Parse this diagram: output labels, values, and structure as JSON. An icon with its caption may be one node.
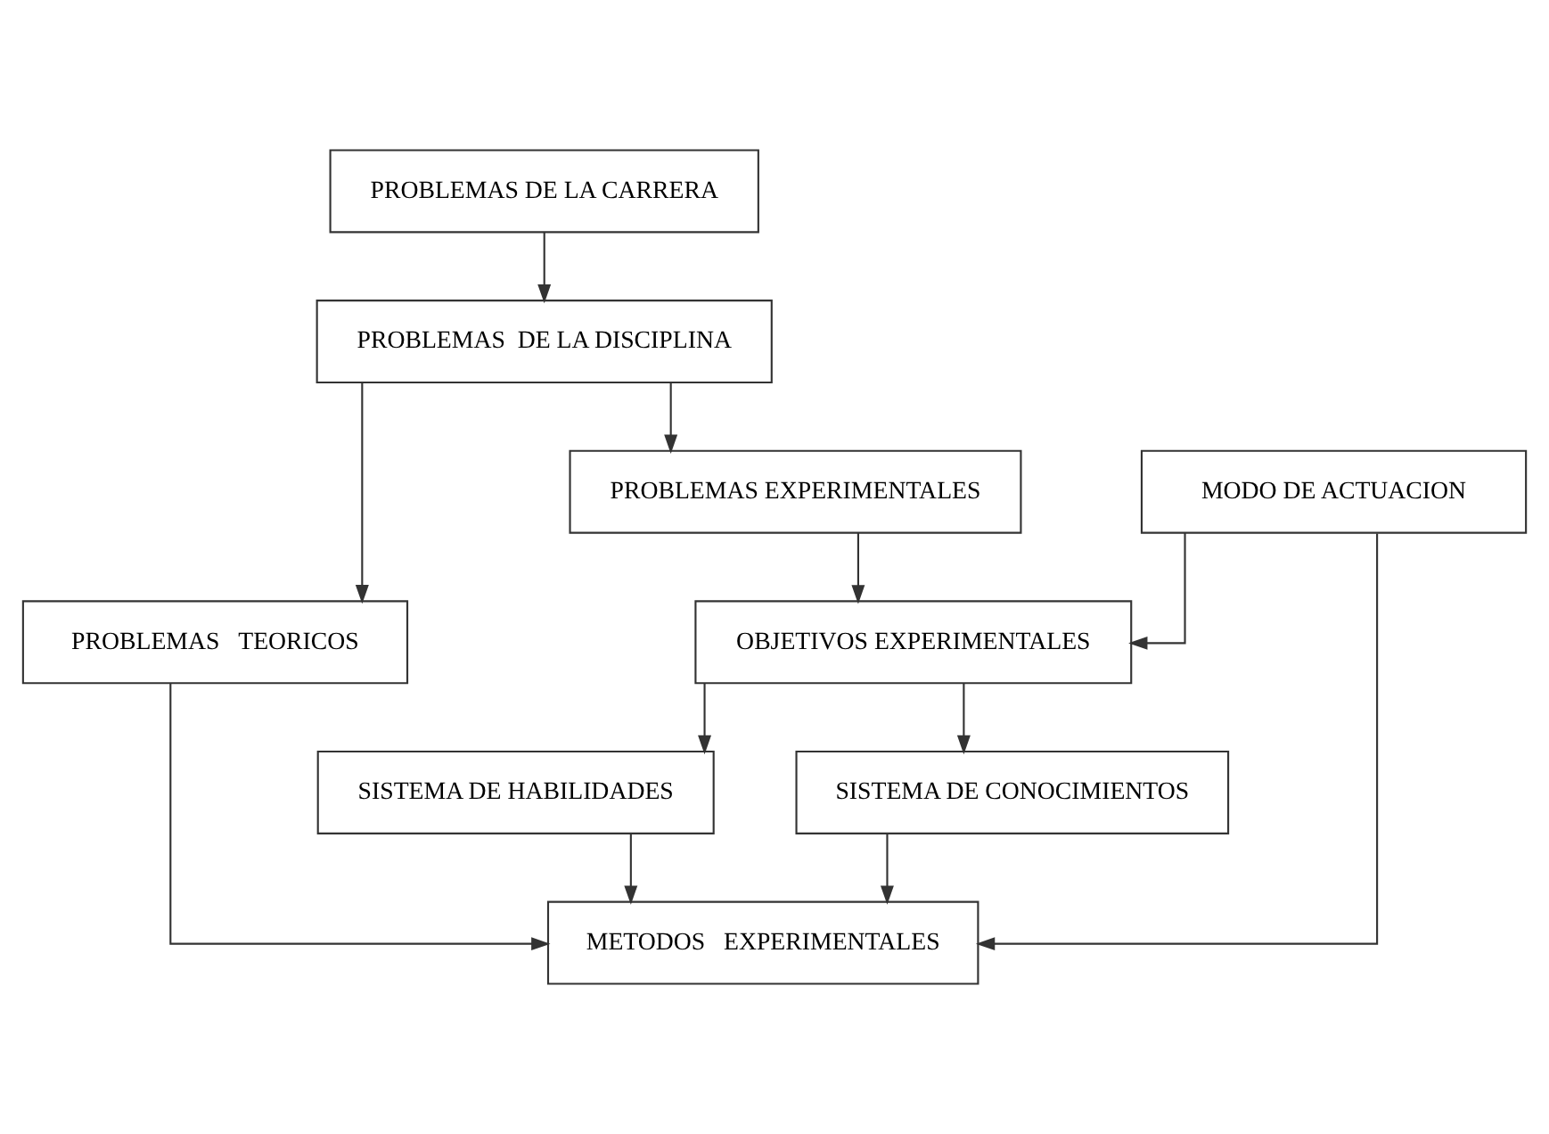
{
  "diagram": {
    "nodes": [
      {
        "text": [
          "PROBLEMAS DE LA CARRERA"
        ]
      },
      {
        "text": [
          "PROBLEMAS  DE LA DISCIPLINA"
        ]
      },
      {
        "text": [
          "PROBLEMAS   TEORICOS"
        ]
      },
      {
        "text": [
          "PROBLEMAS EXPERIMENTALES"
        ]
      },
      {
        "text": [
          "MODO DE ACTUACION"
        ]
      },
      {
        "text": [
          "OBJETIVOS EXPERIMENTALES"
        ]
      },
      {
        "text": [
          "SISTEMA DE HABILIDADES"
        ]
      },
      {
        "text": [
          "SISTEMA DE CONOCIMIENTOS"
        ]
      },
      {
        "text": [
          "METODOS   EXPERIMENTALES"
        ]
      }
    ],
    "edges": [
      {
        "from": 0,
        "to": 1,
        "arrow": "to"
      },
      {
        "from": 1,
        "to": 2,
        "arrow": "to"
      },
      {
        "from": 1,
        "to": 3,
        "arrow": "to"
      },
      {
        "from": 2,
        "to": 8,
        "arrow": "to"
      },
      {
        "from": 4,
        "to": 8,
        "arrow": "to"
      },
      {
        "from": 3,
        "to": 5,
        "arrow": "to"
      },
      {
        "from": 4,
        "to": 5,
        "arrow": "to"
      },
      {
        "from": 5,
        "to": 6,
        "arrow": "to"
      },
      {
        "from": 5,
        "to": 7,
        "arrow": "to"
      },
      {
        "from": 6,
        "to": 8,
        "arrow": "to"
      },
      {
        "from": 7,
        "to": 8,
        "arrow": "to"
      }
    ]
  }
}
